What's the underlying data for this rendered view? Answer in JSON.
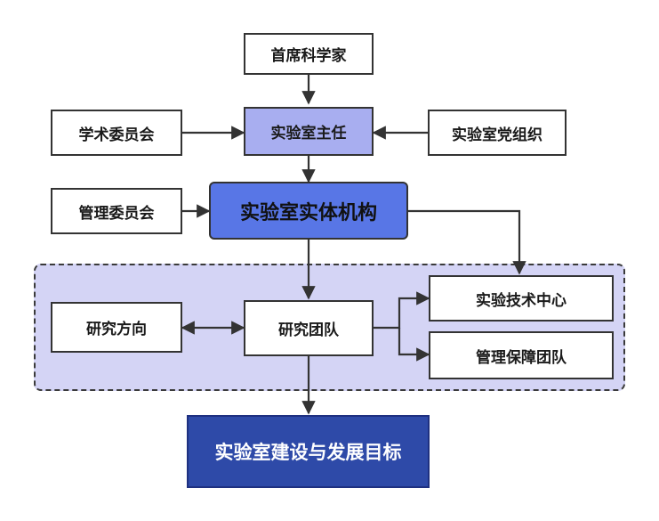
{
  "nodes": {
    "chief_scientist": "首席科学家",
    "academic_committee": "学术委员会",
    "lab_director": "实验室主任",
    "party_org": "实验室党组织",
    "management_committee": "管理委员会",
    "lab_entity": "实验室实体机构",
    "research_direction": "研究方向",
    "research_team": "研究团队",
    "tech_center": "实验技术中心",
    "support_team": "管理保障团队",
    "goal": "实验室建设与发展目标"
  },
  "colors": {
    "director_fill": "#a8aef0",
    "entity_fill": "#5876e6",
    "goal_fill": "#2e4aa8",
    "group_fill": "#d4d4f5",
    "edge": "#333333"
  }
}
